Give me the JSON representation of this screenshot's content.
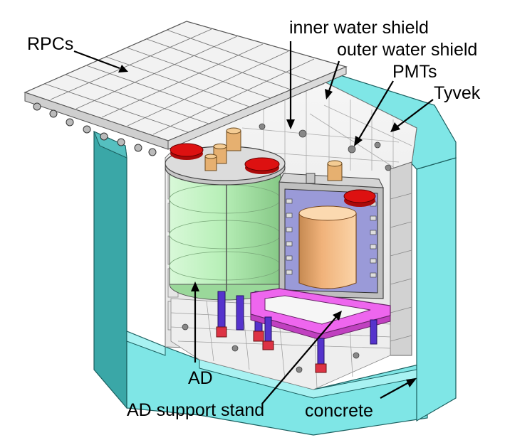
{
  "labels": {
    "rpcs": "RPCs",
    "inner_water_shield": "inner water shield",
    "outer_water_shield": "outer water shield",
    "pmts": "PMTs",
    "tyvek": "Tyvek",
    "ad": "AD",
    "ad_support_stand": "AD support stand",
    "concrete": "concrete"
  },
  "colors": {
    "concrete": "#7fe6e6",
    "concrete_dark": "#3aa7a7",
    "ad_vessel": "#b9f0b9",
    "inner_vessel": "#f0b27a",
    "support_stand": "#ee66ee",
    "legs": "#5533cc",
    "pmt_caps": "#dd1111",
    "pmt_body": "#e6b070",
    "rpc_panels": "#f2f2f2"
  }
}
